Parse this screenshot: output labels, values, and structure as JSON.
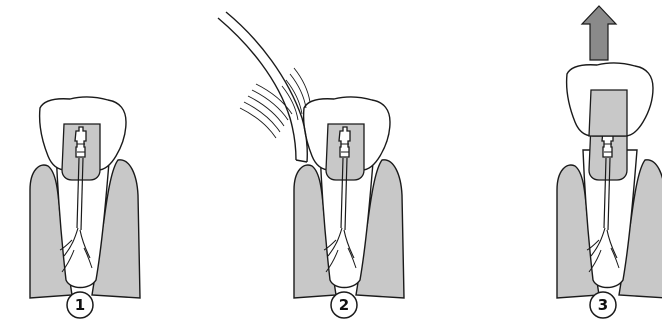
{
  "steps": [
    {
      "number": "1"
    },
    {
      "number": "2"
    },
    {
      "number": "3"
    }
  ],
  "colors": {
    "bone": "#c8c8c8",
    "crown": "#ffffff",
    "core": "#c8c8c8",
    "arrow": "#8a8a8a",
    "outline": "#1a1a1a"
  }
}
